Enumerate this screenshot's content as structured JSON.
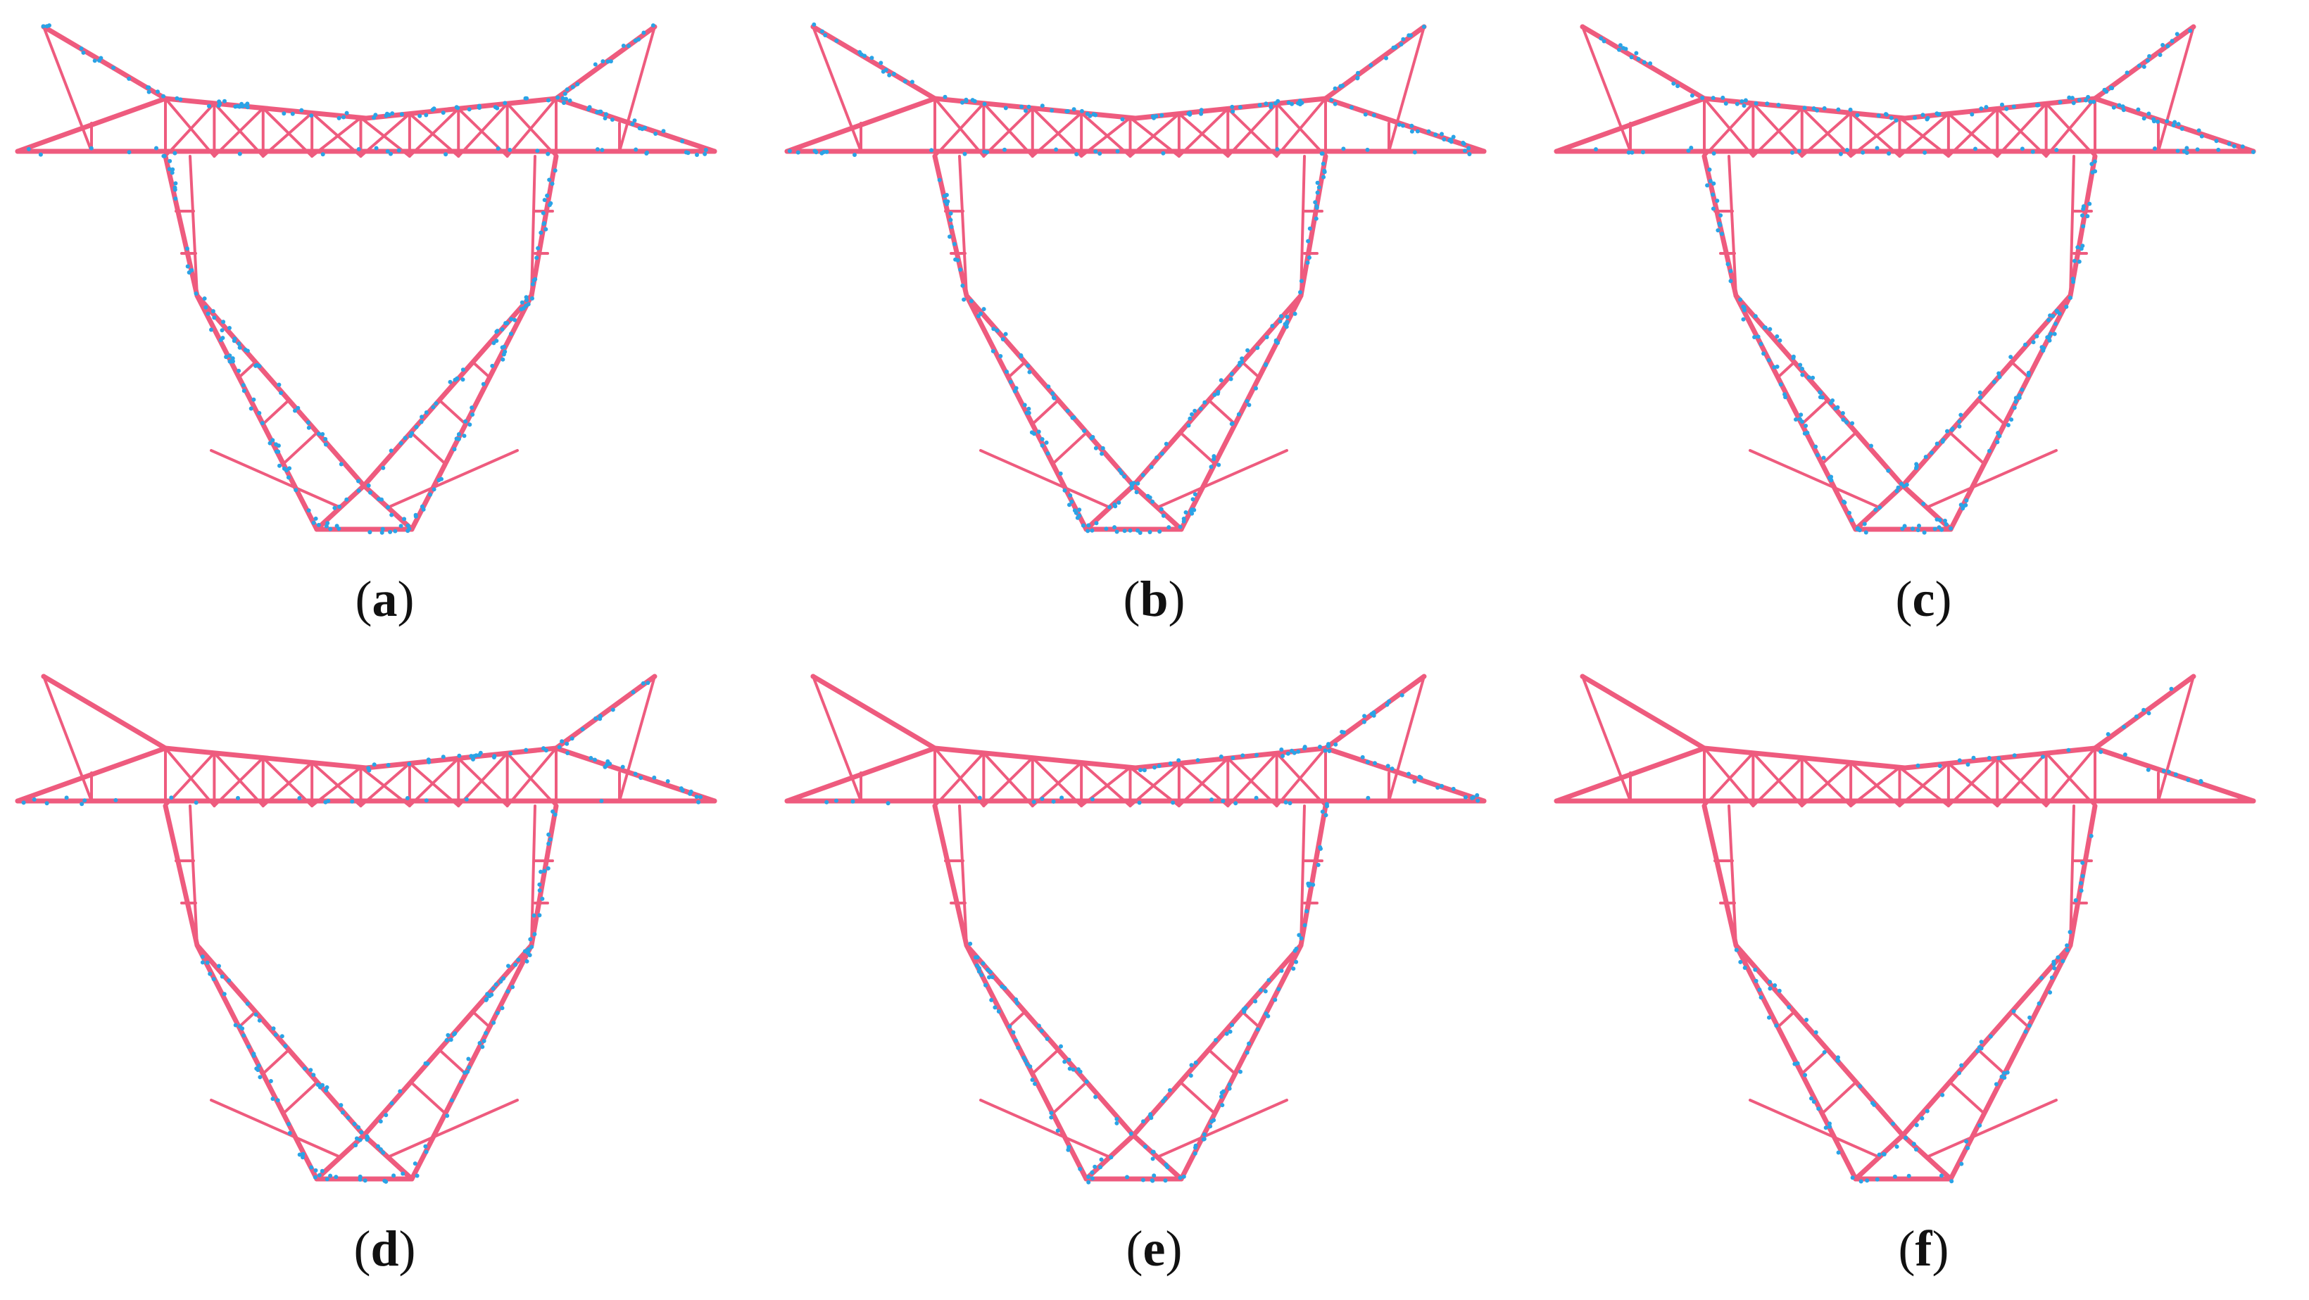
{
  "colors": {
    "frame": "#ee5b7e",
    "points": "#2aa3e6",
    "text": "#111111"
  },
  "panels": [
    {
      "open": "(",
      "letter": "a",
      "close": ")",
      "coverage": "full"
    },
    {
      "open": "(",
      "letter": "b",
      "close": ")",
      "coverage": "full"
    },
    {
      "open": "(",
      "letter": "c",
      "close": ")",
      "coverage": "full"
    },
    {
      "open": "(",
      "letter": "d",
      "close": ")",
      "coverage": "right-and-lower"
    },
    {
      "open": "(",
      "letter": "e",
      "close": ")",
      "coverage": "right-and-lower"
    },
    {
      "open": "(",
      "letter": "f",
      "close": ")",
      "coverage": "sparse"
    }
  ]
}
